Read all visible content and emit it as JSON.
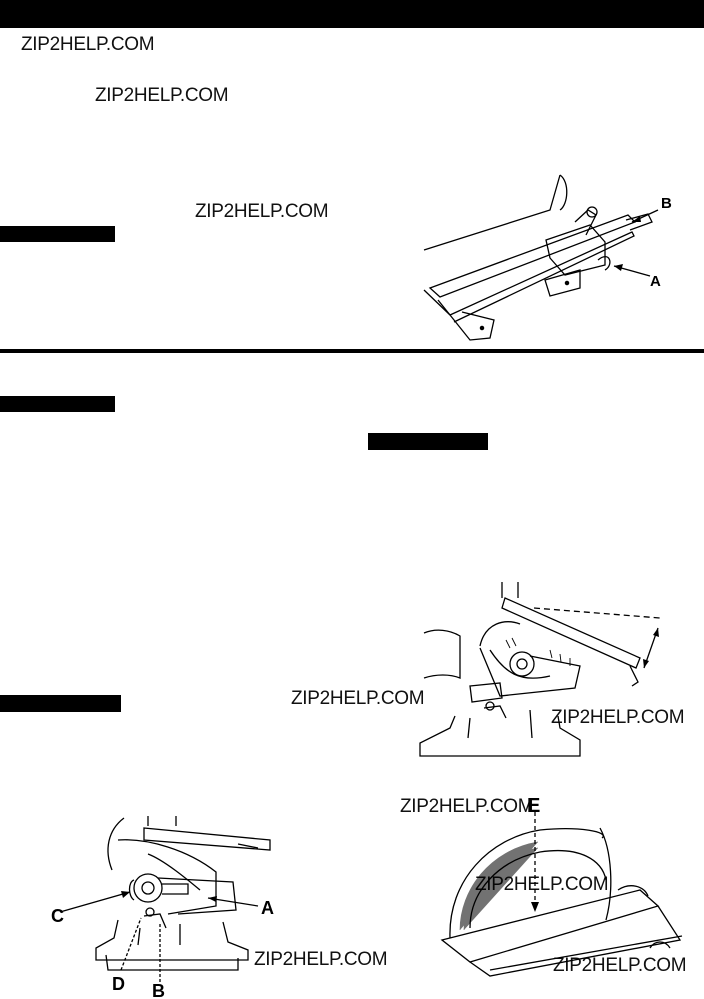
{
  "watermark": "ZIP2HELP.COM",
  "figure_top": {
    "callout_a": "A",
    "callout_b": "B"
  },
  "figure_left": {
    "callout_a": "A",
    "callout_b": "B",
    "callout_c": "C",
    "callout_d": "D"
  },
  "figure_bottom_right": {
    "callout_e": "E"
  }
}
